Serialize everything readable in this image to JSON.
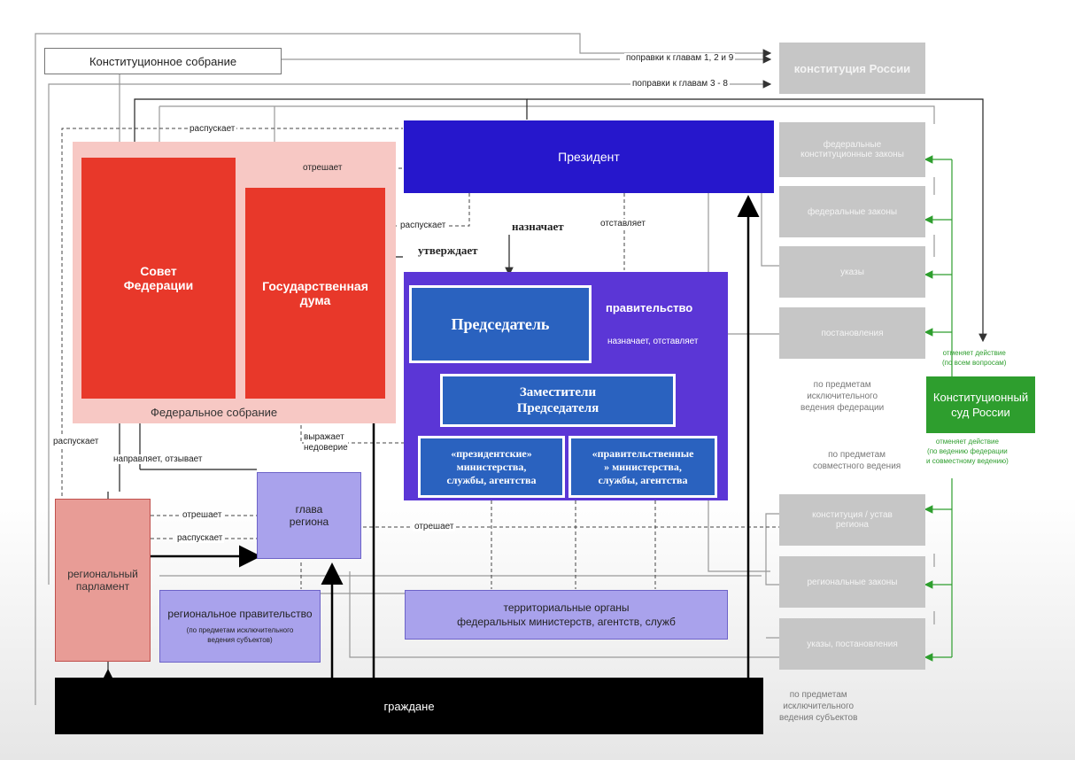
{
  "constitutional_assembly": "Конституционное собрание",
  "constitution": "конституция России",
  "edge_amend_1_2_9": "поправки к главам 1, 2 и 9",
  "edge_amend_3_8": "поправки к главам 3 - 8",
  "president": "Президент",
  "federation_council": "Совет\nФедерации",
  "state_duma": "Государственная\nдума",
  "federal_assembly": "Федеральное собрание",
  "government": "правительство",
  "chairman": "Председатель",
  "deputies": "Заместители\nПредседателя",
  "presidential_ministries": "«президентские»\nминистерства,\nслужбы, агентства",
  "governmental_ministries": "«правительственные\n» министерства,\nслужбы, агентства",
  "region_head": "глава\nрегиона",
  "regional_parliament": "региональный\nпарламент",
  "regional_government": "региональное правительство",
  "regional_government_note": "(по предметам исключительного\nведения субъектов)",
  "territorial_bodies": "территориальные органы\nфедеральных министерств, агентств, служб",
  "citizens": "граждане",
  "laws": {
    "fkz": "федеральные\nконституционные законы",
    "fz": "федеральные законы",
    "decrees": "указы",
    "resolutions": "постановления",
    "regional_constitution": "конституция / устав\nрегиона",
    "regional_laws": "региональные законы",
    "regional_decrees": "указы, постановления"
  },
  "constitutional_court": "Конституционный\nсуд России",
  "court_cancel_all": "отменяет действие\n(по всем вопросам)",
  "court_cancel_joint": "отменяет действие\n(по ведению федерации\nи совместному ведению)",
  "note_federal_exclusive": "по предметам\nисключительного\nведения федерации",
  "note_joint": "по предметам\nсовместного ведения",
  "note_subject_exclusive": "по предметам\nисключительного\nведения субъектов",
  "edges": {
    "dissolves_top": "распускает",
    "removes_top": "отрешает",
    "dissolves_duma": "распускает",
    "appoints": "назначает",
    "approves": "утверждает",
    "dismisses": "отставляет",
    "appoints_dismisses": "назначает, отставляет",
    "no_confidence": "выражает\nнедоверие",
    "dissolves_left": "распускает",
    "sends_recalls": "направляет, отзывает",
    "removes_region": "отрешает",
    "dissolves_region": "распускает",
    "removes_head": "отрешает"
  },
  "colors": {
    "red": "#e8382a",
    "pink_bg": "#f7c8c4",
    "president_blue": "#2617cc",
    "government_purple": "#5b36d6",
    "chairman_blue": "#2a62bf",
    "light_purple": "#a9a2ec",
    "gray": "#c6c6c6",
    "green": "#2e9e2e",
    "regional_parliament": "#e89c96"
  }
}
